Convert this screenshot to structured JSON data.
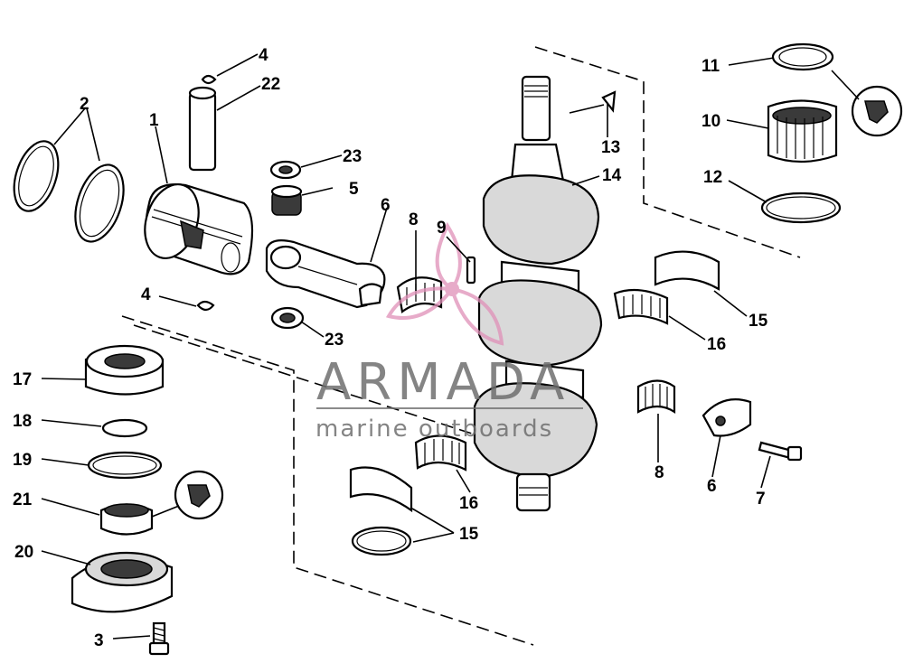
{
  "watermark": {
    "brand": "ARMADA",
    "tagline": "marine outboards",
    "logo_color": "#e090b8"
  },
  "callouts": [
    {
      "id": "c1",
      "number": "1"
    },
    {
      "id": "c2",
      "number": "2"
    },
    {
      "id": "c3",
      "number": "3"
    },
    {
      "id": "c4a",
      "number": "4"
    },
    {
      "id": "c4b",
      "number": "4"
    },
    {
      "id": "c5",
      "number": "5"
    },
    {
      "id": "c6a",
      "number": "6"
    },
    {
      "id": "c6b",
      "number": "6"
    },
    {
      "id": "c7",
      "number": "7"
    },
    {
      "id": "c8a",
      "number": "8"
    },
    {
      "id": "c8b",
      "number": "8"
    },
    {
      "id": "c9",
      "number": "9"
    },
    {
      "id": "c10",
      "number": "10"
    },
    {
      "id": "c11",
      "number": "11"
    },
    {
      "id": "c12",
      "number": "12"
    },
    {
      "id": "c13",
      "number": "13"
    },
    {
      "id": "c14",
      "number": "14"
    },
    {
      "id": "c15a",
      "number": "15"
    },
    {
      "id": "c15b",
      "number": "15"
    },
    {
      "id": "c16a",
      "number": "16"
    },
    {
      "id": "c16b",
      "number": "16"
    },
    {
      "id": "c17",
      "number": "17"
    },
    {
      "id": "c18",
      "number": "18"
    },
    {
      "id": "c19",
      "number": "19"
    },
    {
      "id": "c20",
      "number": "20"
    },
    {
      "id": "c21",
      "number": "21"
    },
    {
      "id": "c22",
      "number": "22"
    },
    {
      "id": "c23a",
      "number": "23"
    },
    {
      "id": "c23b",
      "number": "23"
    }
  ]
}
